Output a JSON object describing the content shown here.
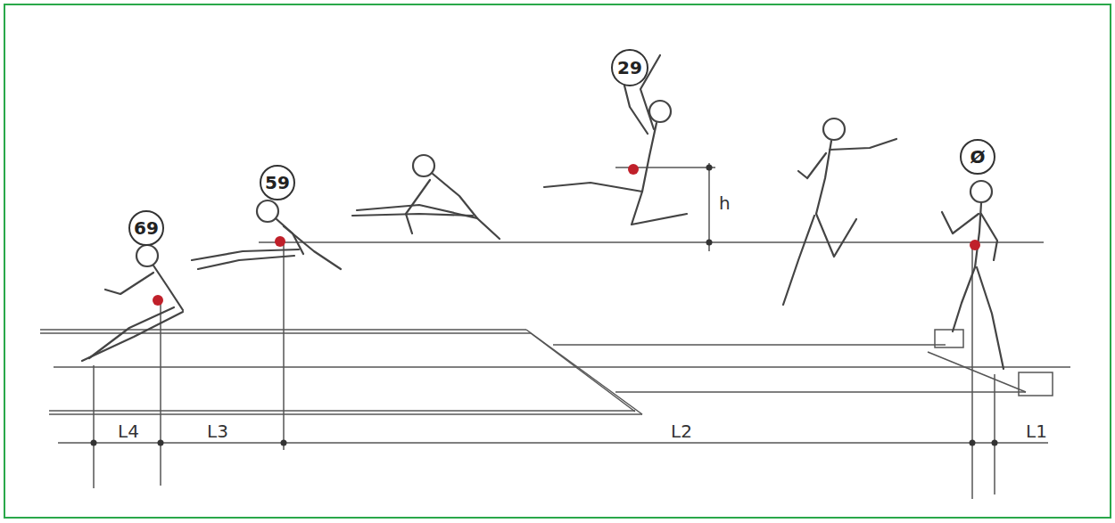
{
  "diagram": {
    "nodes": [
      {
        "text": [
          "69"
        ]
      },
      {
        "text": [
          "59"
        ]
      },
      {
        "text": [
          "29"
        ]
      },
      {
        "text": [
          "Ø"
        ]
      }
    ],
    "labels": [
      "h",
      "L4",
      "L3",
      "L2",
      "L1"
    ]
  }
}
